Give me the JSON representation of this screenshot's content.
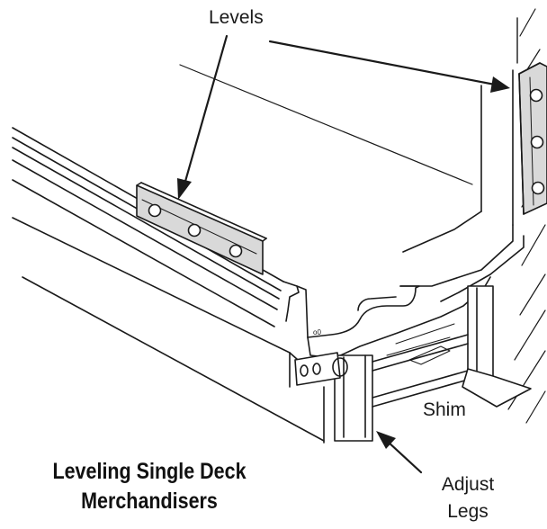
{
  "diagram": {
    "title_line1": "Leveling Single Deck",
    "title_line2": "Merchandisers",
    "labels": {
      "levels": "Levels",
      "shim": "Shim",
      "adjust": "Adjust",
      "legs": "Legs"
    },
    "colors": {
      "line": "#1a1a1a",
      "level_fill": "#d9d9d9",
      "background": "#ffffff"
    }
  }
}
